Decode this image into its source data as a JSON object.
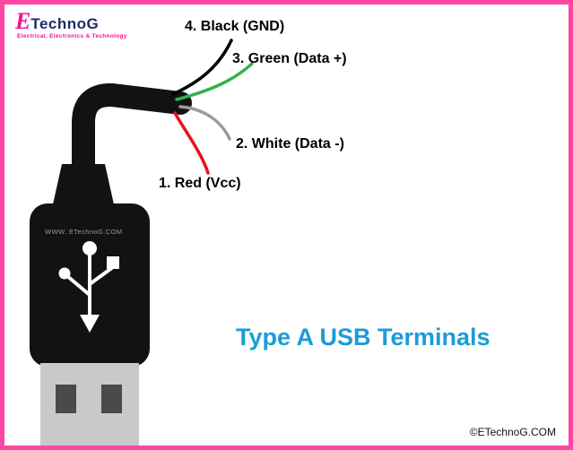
{
  "logo": {
    "brand_e": "E",
    "brand_rest": "TechnoG",
    "tagline": "Electrical, Electronics & Technology"
  },
  "wires": [
    {
      "id": "wire-1",
      "label": "1. Red (Vcc)",
      "color": "#e8121a"
    },
    {
      "id": "wire-2",
      "label": "2. White (Data -)",
      "color": "#9b9b9b"
    },
    {
      "id": "wire-3",
      "label": "3. Green (Data +)",
      "color": "#2eb34a"
    },
    {
      "id": "wire-4",
      "label": "4. Black (GND)",
      "color": "#000000"
    }
  ],
  "title": "Type A USB Terminals",
  "watermark": "WWW. ETechnoG.COM",
  "copyright": "©ETechnoG.COM",
  "colors": {
    "frame_border": "#ff46a0",
    "title_text": "#1b9cd8",
    "connector_body": "#121212",
    "connector_metal": "#c9c9c9",
    "metal_hole": "#4a4a4a",
    "usb_symbol": "#ffffff"
  }
}
